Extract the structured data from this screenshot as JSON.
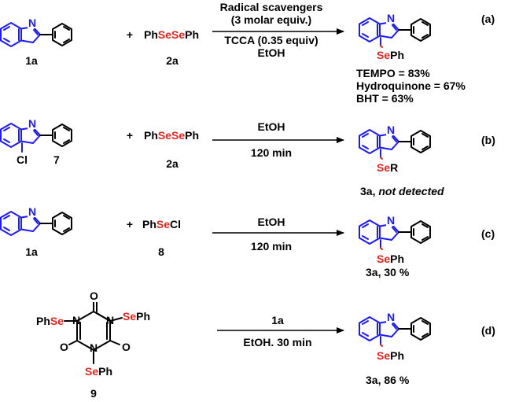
{
  "rows": {
    "a": {
      "heteroatoms": {
        "n_top": "N",
        "n_bridge": "N",
        "se": "Se",
        "ph": "Ph"
      },
      "compound_1": "1a",
      "plus": "+",
      "reagent_parts": {
        "ph1": "Ph",
        "se1": "Se",
        "se2": "Se",
        "ph2": "Ph"
      },
      "compound_2": "2a",
      "arrow_top": [
        "Radical scavengers",
        "(3 molar equiv.)"
      ],
      "arrow_bottom": [
        "TCCA (0.35 equiv)",
        "EtOH"
      ],
      "results": [
        "TEMPO = 83%",
        "Hydroquinone = 67%",
        "BHT = 63%"
      ],
      "label": "(a)"
    },
    "b": {
      "heteroatoms": {
        "cl": "Cl",
        "se": "Se",
        "r": "R"
      },
      "compound_7": "7",
      "plus": "+",
      "reagent_parts": {
        "ph1": "Ph",
        "se1": "Se",
        "se2": "Se",
        "ph2": "Ph"
      },
      "compound_2": "2a",
      "arrow_top": "EtOH",
      "arrow_bottom": "120 min",
      "product_prefix": "3a, ",
      "product_note": "not detected",
      "label": "(b)"
    },
    "c": {
      "compound_1": "1a",
      "plus": "+",
      "reagent_parts": {
        "ph": "Ph",
        "se": "Se",
        "cl": "Cl"
      },
      "compound_8": "8",
      "arrow_top": "EtOH",
      "arrow_bottom": "120 min",
      "product": "3a,  30 %",
      "label": "(c)"
    },
    "d": {
      "compound_9": {
        "o": "O",
        "n": "N",
        "se": "Se",
        "ph": "Ph",
        "label": "9"
      },
      "arrow_top": "1a",
      "arrow_bottom": "EtOH. 30 min",
      "product": "3a, 86 %",
      "label": "(d)"
    }
  },
  "colors": {
    "ring": "#1a1aff",
    "selenium": "#e8251d",
    "text": "#000000"
  }
}
